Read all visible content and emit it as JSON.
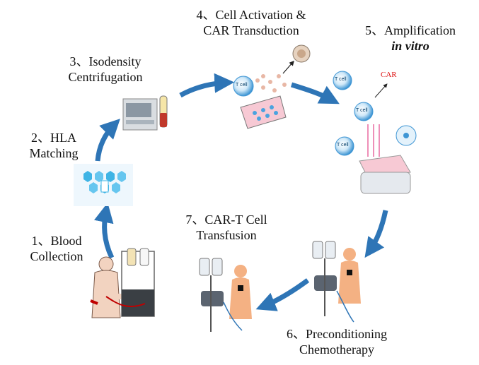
{
  "steps": {
    "s1": {
      "line1": "1、Blood",
      "line2": "Collection"
    },
    "s2": {
      "line1": "2、HLA",
      "line2": "Matching"
    },
    "s3": {
      "line1": "3、Isodensity",
      "line2": "Centrifugation"
    },
    "s4": {
      "line1": "4、Cell Activation &",
      "line2": "CAR Transduction"
    },
    "s5": {
      "line1": "5、Amplification",
      "line2": "in vitro"
    },
    "s6": {
      "line1": "6、Preconditioning",
      "line2": "Chemotherapy"
    },
    "s7": {
      "line1": "7、CAR-T Cell",
      "line2": "Transfusion"
    }
  },
  "cell_label": "T cell",
  "car_label": "CAR",
  "colors": {
    "arrow": "#2e75b6",
    "cell": "#4aa3df",
    "skin": "#f4b183",
    "dish": "#f7c9d4"
  }
}
